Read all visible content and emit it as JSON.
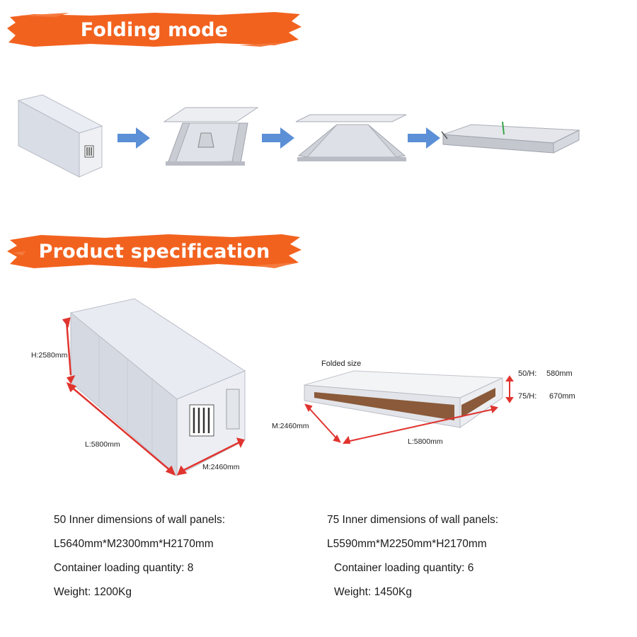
{
  "sections": {
    "folding_title": "Folding mode",
    "spec_title": "Product specification"
  },
  "colors": {
    "banner": "#f2621f",
    "arrow": "#5b8fd6",
    "dimension": "#e0342f"
  },
  "icons": [
    "folded-container-icon",
    "unfolding-roof-icon",
    "collapsing-walls-icon",
    "flat-pack-icon",
    "arrow-right-icon"
  ],
  "container": {
    "height_label": "H:2580mm",
    "length_label": "L:5800mm",
    "width_label": "M:2460mm"
  },
  "folded": {
    "caption": "Folded size",
    "width_label": "M:2460mm",
    "length_label": "L:5800mm",
    "h50_key": "50/H:",
    "h50_val": "580mm",
    "h75_key": "75/H:",
    "h75_val": "670mm"
  },
  "spec50": {
    "line1": "50 Inner dimensions of wall panels:",
    "line2": "L5640mm*M2300mm*H2170mm",
    "line3": "Container loading quantity: 8",
    "line4": "Weight: 1200Kg"
  },
  "spec75": {
    "line1": "75 Inner dimensions of wall panels:",
    "line2": "L5590mm*M2250mm*H2170mm",
    "line3": "Container loading quantity: 6",
    "line4": "Weight: 1450Kg"
  }
}
